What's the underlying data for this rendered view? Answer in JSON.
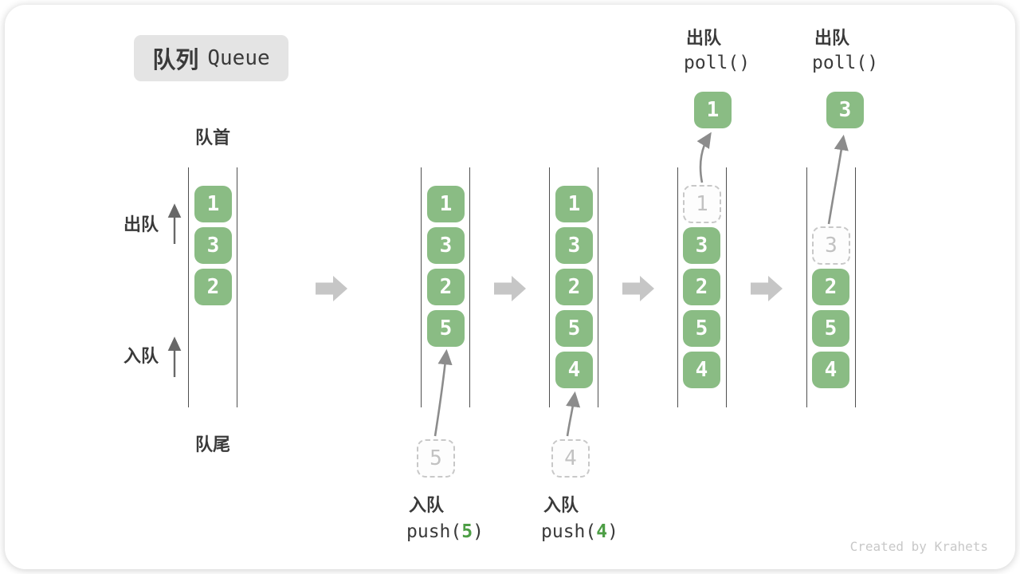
{
  "title": {
    "zh": "队列",
    "en": "Queue"
  },
  "side_labels": {
    "front": "队首",
    "rear": "队尾",
    "dequeue": "出队",
    "enqueue": "入队"
  },
  "columns": [
    {
      "items": [
        {
          "value": "1",
          "style": "solid"
        },
        {
          "value": "3",
          "style": "solid"
        },
        {
          "value": "2",
          "style": "solid"
        }
      ]
    },
    {
      "items": [
        {
          "value": "1",
          "style": "solid"
        },
        {
          "value": "3",
          "style": "solid"
        },
        {
          "value": "2",
          "style": "solid"
        },
        {
          "value": "5",
          "style": "solid"
        }
      ],
      "pending": {
        "value": "5"
      },
      "op": {
        "action": "入队",
        "call_open": "push(",
        "arg": "5",
        "call_close": ")"
      }
    },
    {
      "items": [
        {
          "value": "1",
          "style": "solid"
        },
        {
          "value": "3",
          "style": "solid"
        },
        {
          "value": "2",
          "style": "solid"
        },
        {
          "value": "5",
          "style": "solid"
        },
        {
          "value": "4",
          "style": "solid"
        }
      ],
      "pending": {
        "value": "4"
      },
      "op": {
        "action": "入队",
        "call_open": "push(",
        "arg": "4",
        "call_close": ")"
      }
    },
    {
      "items": [
        {
          "value": "1",
          "style": "dashed"
        },
        {
          "value": "3",
          "style": "solid"
        },
        {
          "value": "2",
          "style": "solid"
        },
        {
          "value": "5",
          "style": "solid"
        },
        {
          "value": "4",
          "style": "solid"
        }
      ],
      "popped": {
        "value": "1"
      },
      "op": {
        "action": "出队",
        "call": "poll()"
      }
    },
    {
      "items": [
        {
          "value": "3",
          "style": "dashed"
        },
        {
          "value": "2",
          "style": "solid"
        },
        {
          "value": "5",
          "style": "solid"
        },
        {
          "value": "4",
          "style": "solid"
        }
      ],
      "popped": {
        "value": "3"
      },
      "op": {
        "action": "出队",
        "call": "poll()"
      }
    }
  ],
  "colors": {
    "item_green": "#8abc84",
    "item_text": "#ffffff",
    "arg_green": "#4d9e45",
    "dashed_grey": "#c8c8c8",
    "text_dark": "#3a3a3a",
    "block_arrow_grey": "#c6c6c6",
    "badge_bg": "#e4e4e4"
  },
  "watermark": "Created by Krahets"
}
